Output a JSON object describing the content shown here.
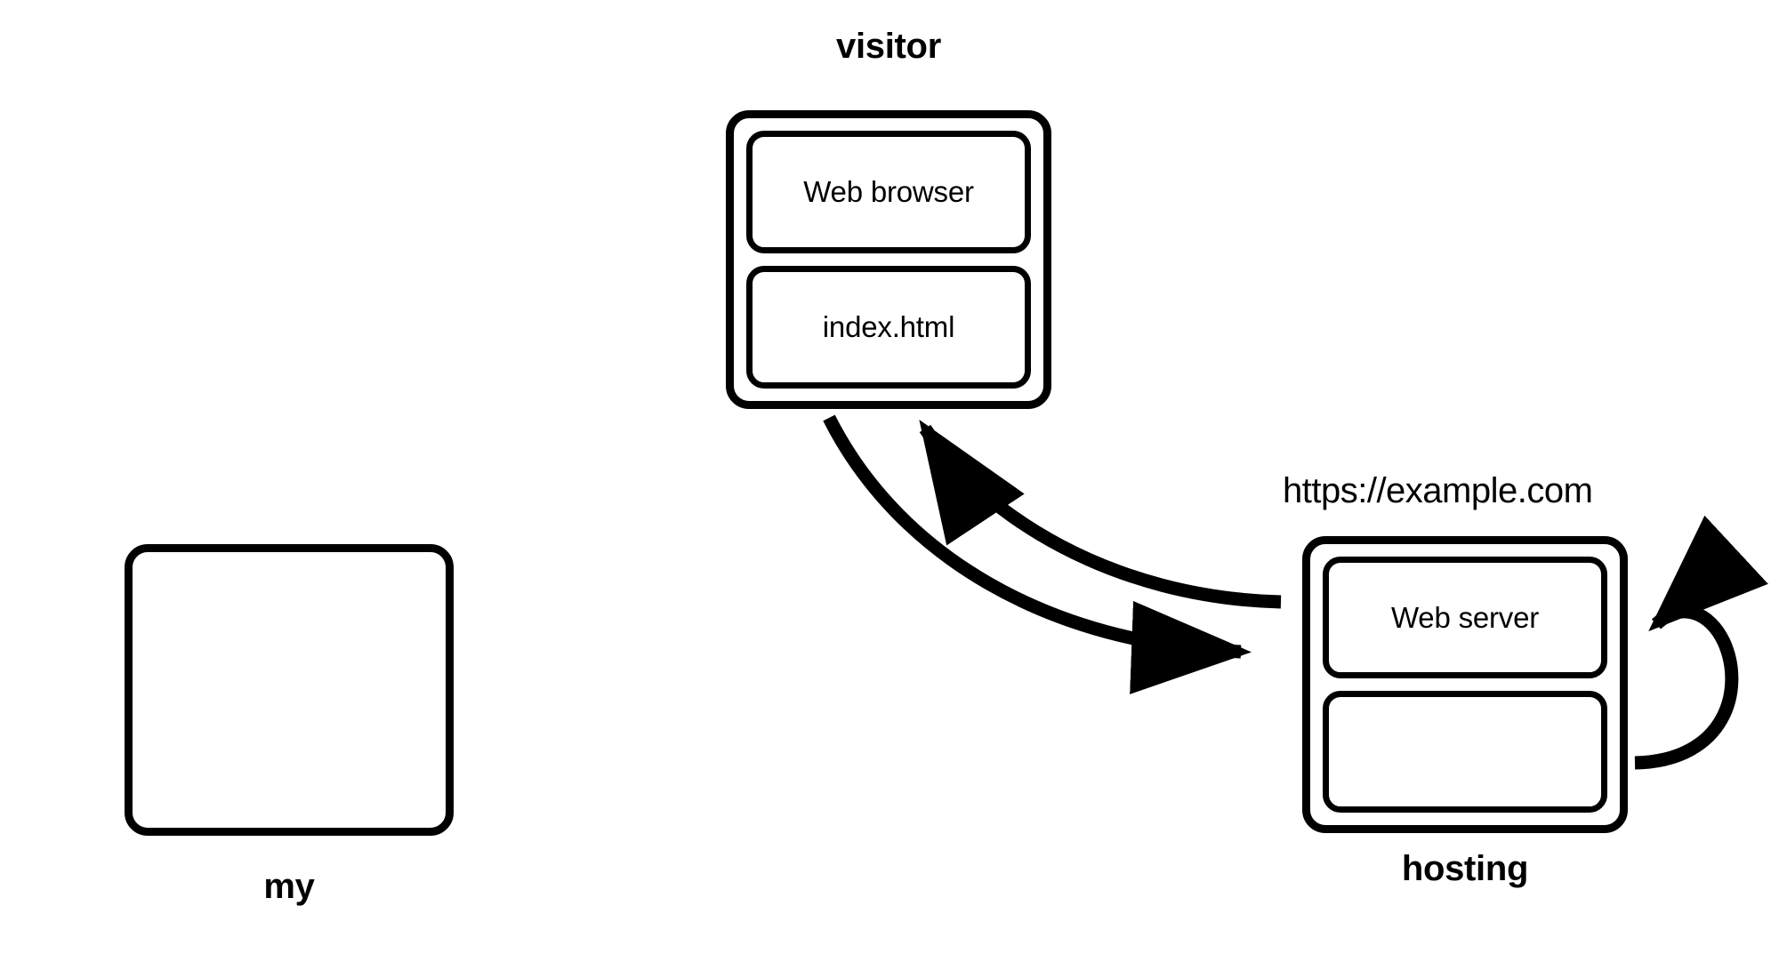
{
  "diagram": {
    "title_note": "web hosting request/response diagram",
    "background_color": "#ffffff",
    "stroke_color": "#000000",
    "nodes": [
      {
        "id": "my",
        "caption": "my",
        "caption_weight": "bold",
        "type": "empty-box",
        "slots": []
      },
      {
        "id": "visitor",
        "caption": "visitor",
        "caption_weight": "bold",
        "caption_position": "top",
        "type": "container",
        "slots": [
          "Web browser",
          "index.html"
        ]
      },
      {
        "id": "hosting",
        "caption": "hosting",
        "caption_weight": "bold",
        "caption_position": "bottom",
        "type": "container",
        "slots": [
          "Web server",
          ""
        ]
      }
    ],
    "labels": {
      "url": "https://example.com"
    },
    "edges": [
      {
        "id": "request",
        "from": "visitor",
        "to": "hosting",
        "style": "curved-arrow",
        "direction": "visitor-to-hosting",
        "label": ""
      },
      {
        "id": "response",
        "from": "hosting",
        "to": "visitor",
        "style": "curved-arrow",
        "direction": "hosting-to-visitor",
        "label": ""
      },
      {
        "id": "self-loop",
        "from": "hosting",
        "to": "hosting",
        "style": "loop-arrow",
        "direction": "self",
        "label": ""
      }
    ]
  }
}
